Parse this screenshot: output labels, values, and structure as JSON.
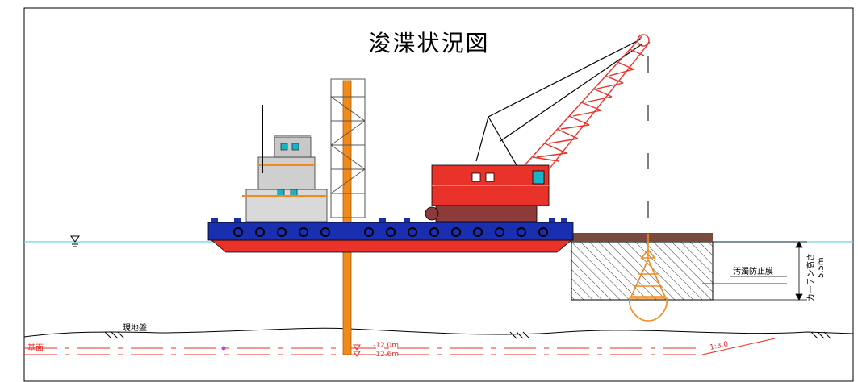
{
  "title": "浚渫状況図",
  "labels": {
    "ground": "現地盤",
    "base": "基面",
    "depth1": "-12.0m",
    "depth2": "-12.6m",
    "slope": "1:3.0",
    "silt_curtain": "汚濁防止膜",
    "curtain_height_label": "カーテン高さ",
    "curtain_height_value": "5.5m"
  },
  "colors": {
    "hull_blue": "#1a2fb0",
    "hull_red": "#e8322a",
    "spud_orange": "#f08a1c",
    "crane_red": "#e8322a",
    "water_line": "#6fd3e0",
    "datum_red": "#e8322a",
    "bucket_orange": "#f08a1c"
  }
}
